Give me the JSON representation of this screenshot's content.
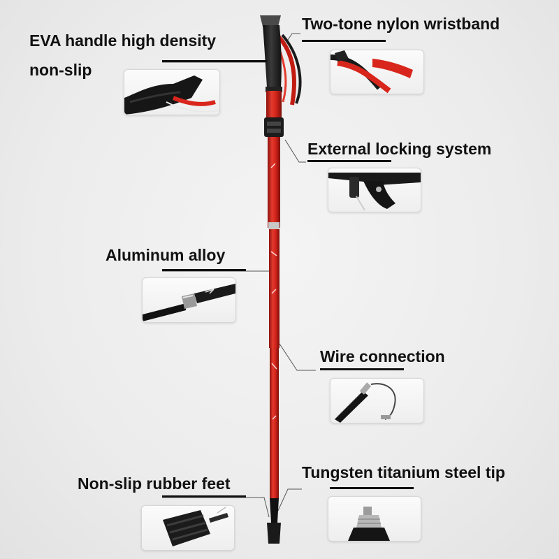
{
  "labels": {
    "handle_line1": "EVA handle high density",
    "handle_line2": "non-slip",
    "wristband": "Two-tone nylon wristband",
    "locking": "External locking system",
    "alloy": "Aluminum alloy",
    "wire": "Wire connection",
    "feet": "Non-slip rubber feet",
    "tip": "Tungsten titanium steel tip"
  },
  "colors": {
    "pole_red": "#d8261c",
    "grip_black": "#1a1a1a",
    "text": "#111111"
  },
  "icons": [
    "trekking-pole",
    "handle-closeup",
    "wristband-closeup",
    "lock-closeup",
    "alloy-closeup",
    "wire-closeup",
    "rubber-foot-closeup",
    "steel-tip-closeup"
  ]
}
